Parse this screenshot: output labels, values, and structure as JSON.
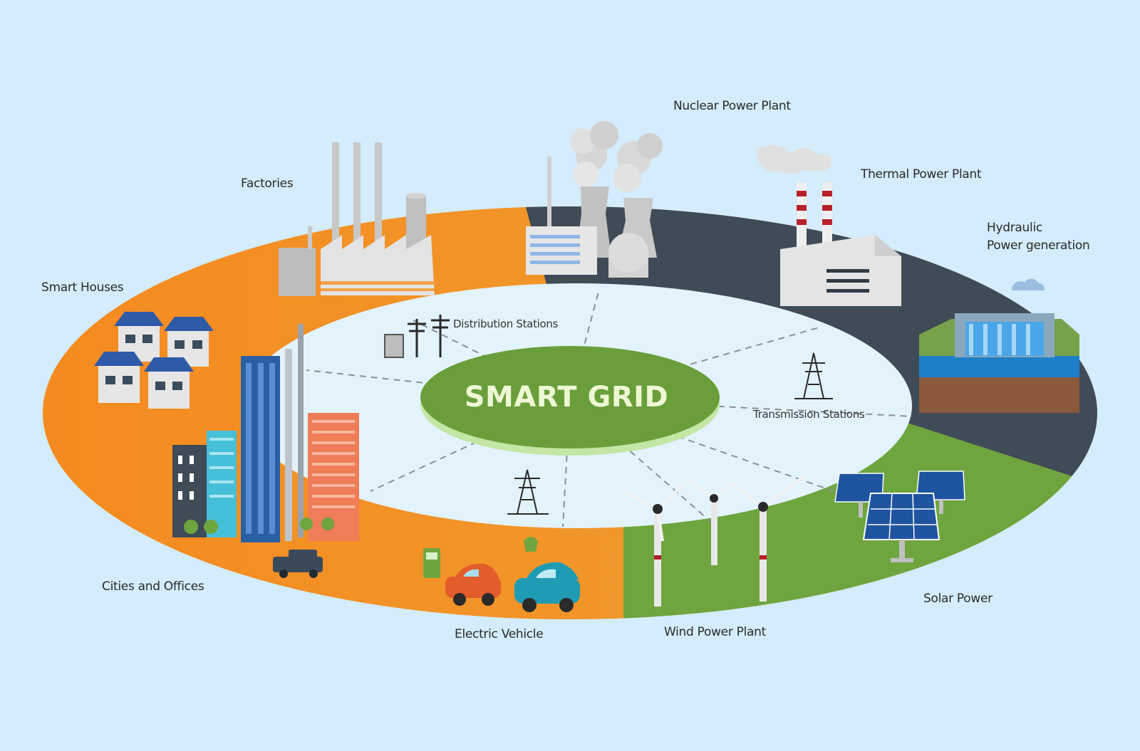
{
  "hub": {
    "title": "SMART GRID"
  },
  "labels": {
    "nuclear": "Nuclear Power Plant",
    "thermal": "Thermal Power Plant",
    "hydraulic": "Hydraulic\nPower generation",
    "factories": "Factories",
    "smart_houses": "Smart Houses",
    "distribution": "Distribution Stations",
    "transmission": "Transmission Stations",
    "cities": "Cities and Offices",
    "ev": "Electric Vehicle",
    "wind": "Wind Power Plant",
    "solar": "Solar Power"
  },
  "colors": {
    "background": "#d4ecfb",
    "ring_orange": "#f39a2b",
    "ring_slate": "#3f4b56",
    "ring_green": "#6ea53e",
    "hub_green": "#6a9e3a",
    "inner": "#e3f3fc"
  }
}
